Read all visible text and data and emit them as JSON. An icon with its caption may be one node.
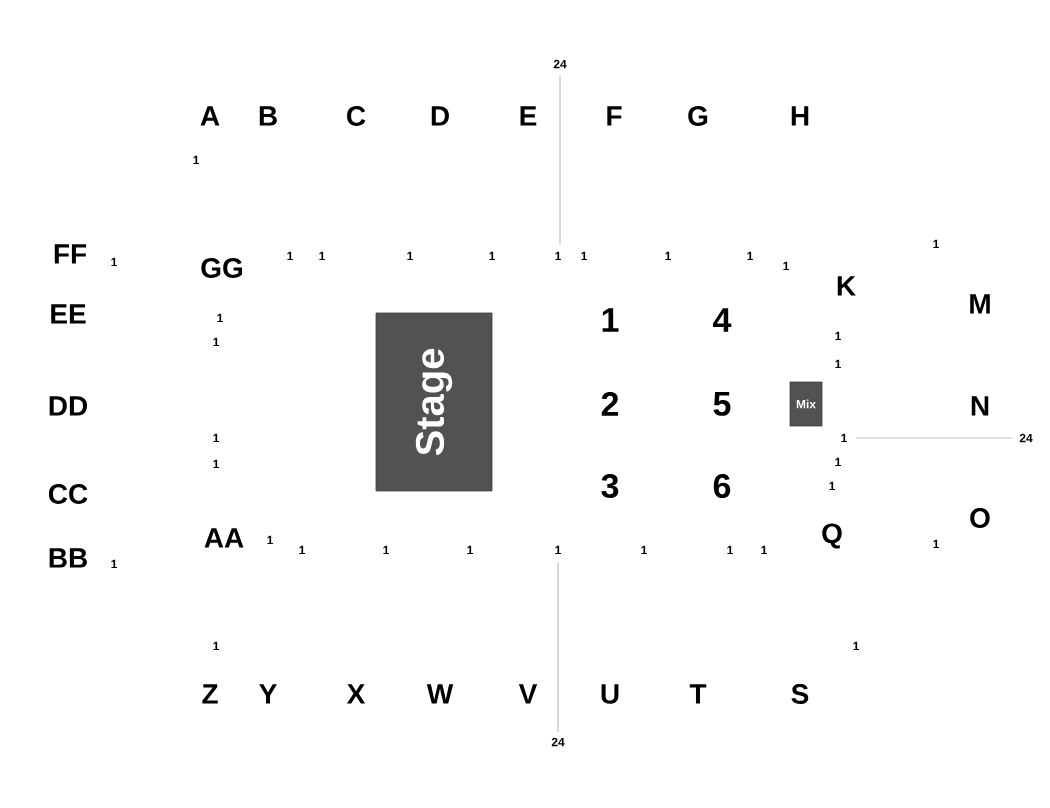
{
  "diagram": {
    "nodes": [
      {
        "text": [
          "Stage"
        ]
      },
      {
        "text": [
          "Mix"
        ]
      }
    ],
    "labels": [
      "24",
      "A",
      "B",
      "C",
      "D",
      "E",
      "F",
      "G",
      "H",
      "1",
      "1",
      "FF",
      "1",
      "GG",
      "1",
      "1",
      "1",
      "1",
      "1",
      "1",
      "1",
      "1",
      "1",
      "K",
      "M",
      "EE",
      "1",
      "1",
      "1",
      "4",
      "1",
      "1",
      "DD",
      "2",
      "5",
      "N",
      "1",
      "1",
      "24",
      "1",
      "1",
      "3",
      "6",
      "1",
      "CC",
      "O",
      "AA",
      "1",
      "1",
      "1",
      "1",
      "1",
      "1",
      "1",
      "1",
      "Q",
      "1",
      "BB",
      "1",
      "1",
      "1",
      "Z",
      "Y",
      "X",
      "W",
      "V",
      "U",
      "T",
      "S",
      "24"
    ]
  }
}
